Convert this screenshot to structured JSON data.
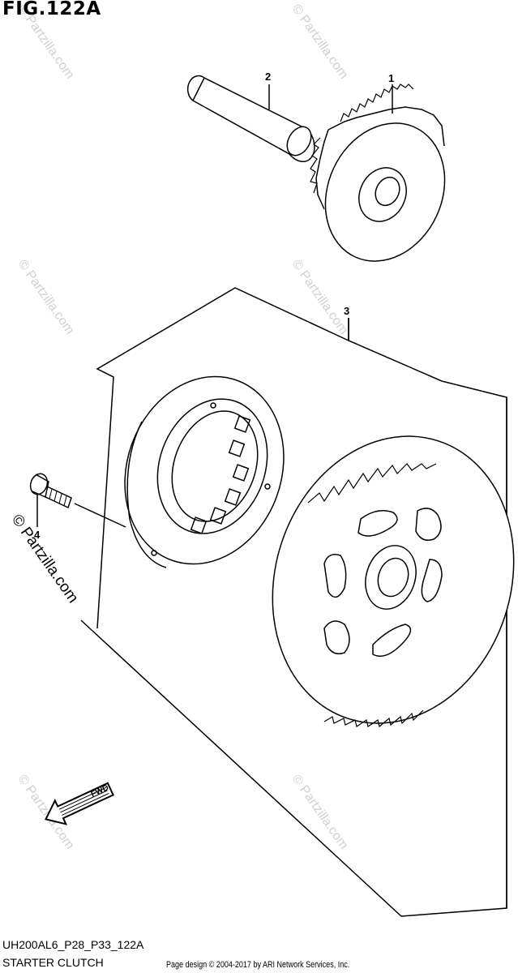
{
  "figure": {
    "title": "FIG.122A",
    "model_code": "UH200AL6_P28_P33_122A",
    "caption": "STARTER CLUTCH",
    "credit": "Page design © 2004-2017 by ARI Network Services, Inc."
  },
  "callouts": [
    "1",
    "2",
    "3",
    "4"
  ],
  "direction_arrow": {
    "label": "FWD",
    "icon": "arrow-left-icon"
  },
  "watermark": {
    "text": "© Partzilla.com"
  }
}
